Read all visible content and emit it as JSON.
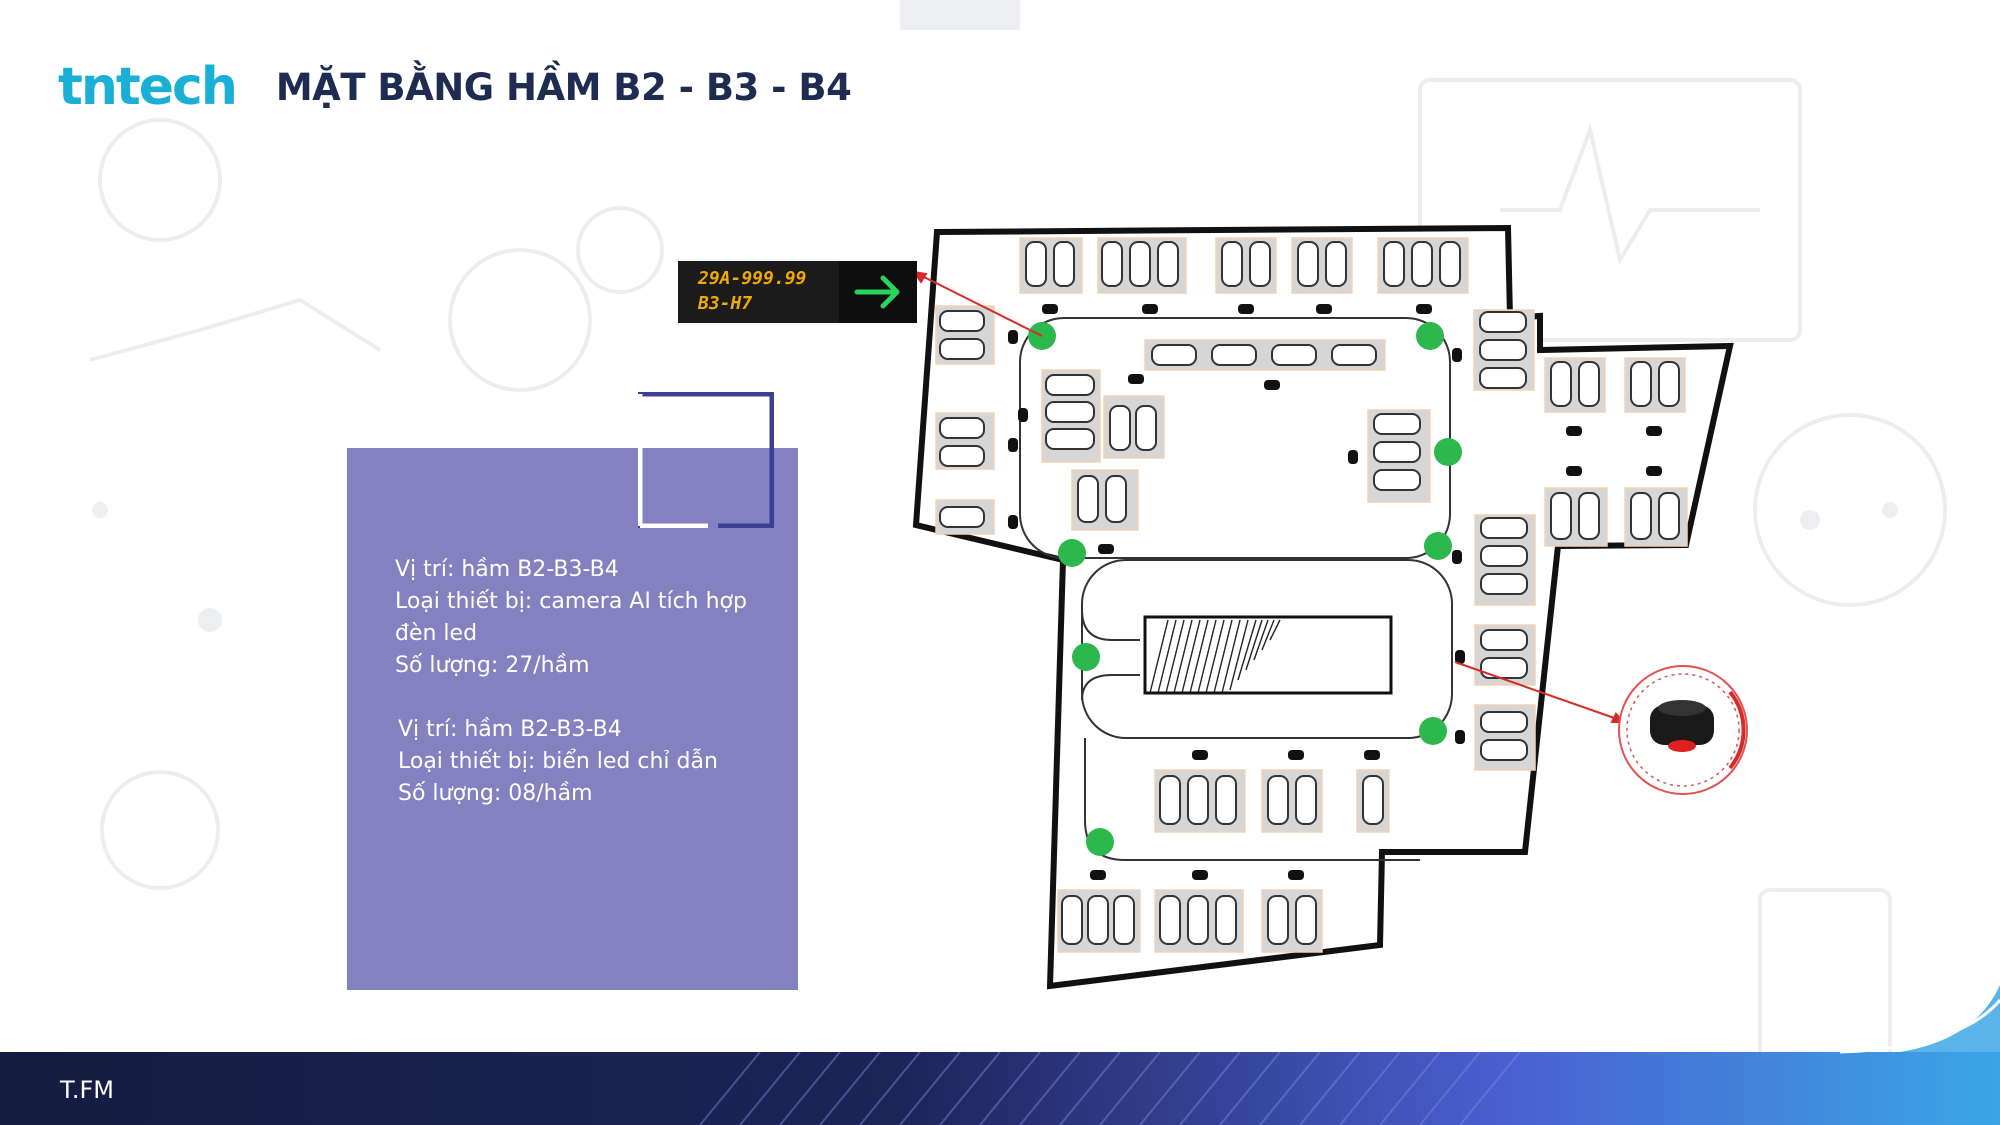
{
  "header": {
    "logo_text": "tntech",
    "title": "MẶT BẰNG HẦM B2 - B3 - B4"
  },
  "info": {
    "camera": {
      "line1": "Vị trí: hầm B2-B3-B4",
      "line2": "Loại thiết bị: camera AI tích hợp",
      "line3": "đèn led",
      "line4": "Số lượng: 27/hầm"
    },
    "sign": {
      "line1": "Vị trí: hầm B2-B3-B4",
      "line2": "Loại thiết bị: biển led chỉ dẫn",
      "line3": "Số lượng: 08/hầm"
    }
  },
  "led_sign": {
    "plate": "29A-999.99",
    "slot": "B3-H7",
    "arrow_icon": "arrow-right-icon"
  },
  "footer": {
    "label": "T.FM"
  },
  "colors": {
    "brand": "#1ab0d6",
    "title": "#1e2c52",
    "panel": "#8381bf",
    "frame": "#3d3f95",
    "sign_marker": "#2db84d",
    "callout": "#d62b2b",
    "led_text": "#f2a900",
    "led_arrow": "#2ad35a",
    "footer": "#141c40"
  }
}
